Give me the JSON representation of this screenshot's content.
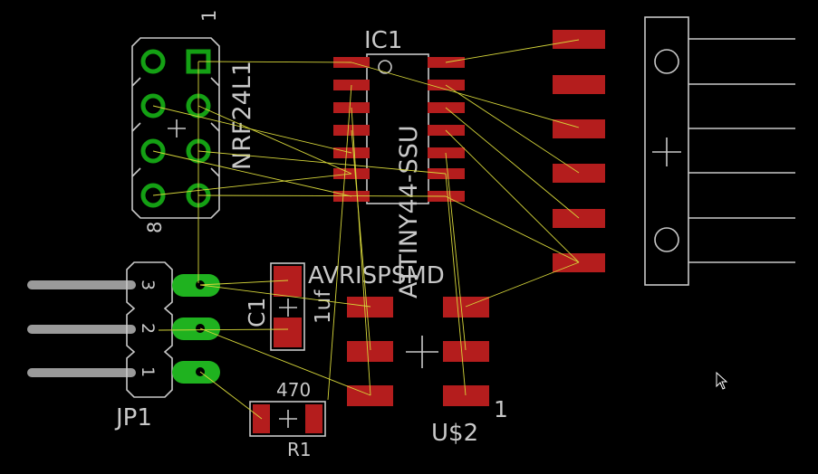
{
  "labels": {
    "nrf": "NRF24L1",
    "nrf_pin1": "1",
    "nrf_pin8": "8",
    "ic1_name": "IC1",
    "ic1_value": "ATTINY44-SSU",
    "avr": "AVRISPSMD",
    "c1_name": "C1",
    "c1_value": "1uf",
    "r1_value": "470",
    "r1_name": "R1",
    "jp1": "JP1",
    "jp_pin3": "3",
    "jp_pin2": "2",
    "jp_pin1": "1",
    "u2": "U$2",
    "u2_pin1": "1"
  },
  "colors": {
    "background": "#000000",
    "silkscreen": "#c8c8c8",
    "smd_pad": "#b41d1d",
    "through_hole": "#14a014",
    "airwire": "#d6d63a"
  },
  "icons": {
    "cursor": "mouse-pointer-icon",
    "origin": "crosshair-icon"
  }
}
